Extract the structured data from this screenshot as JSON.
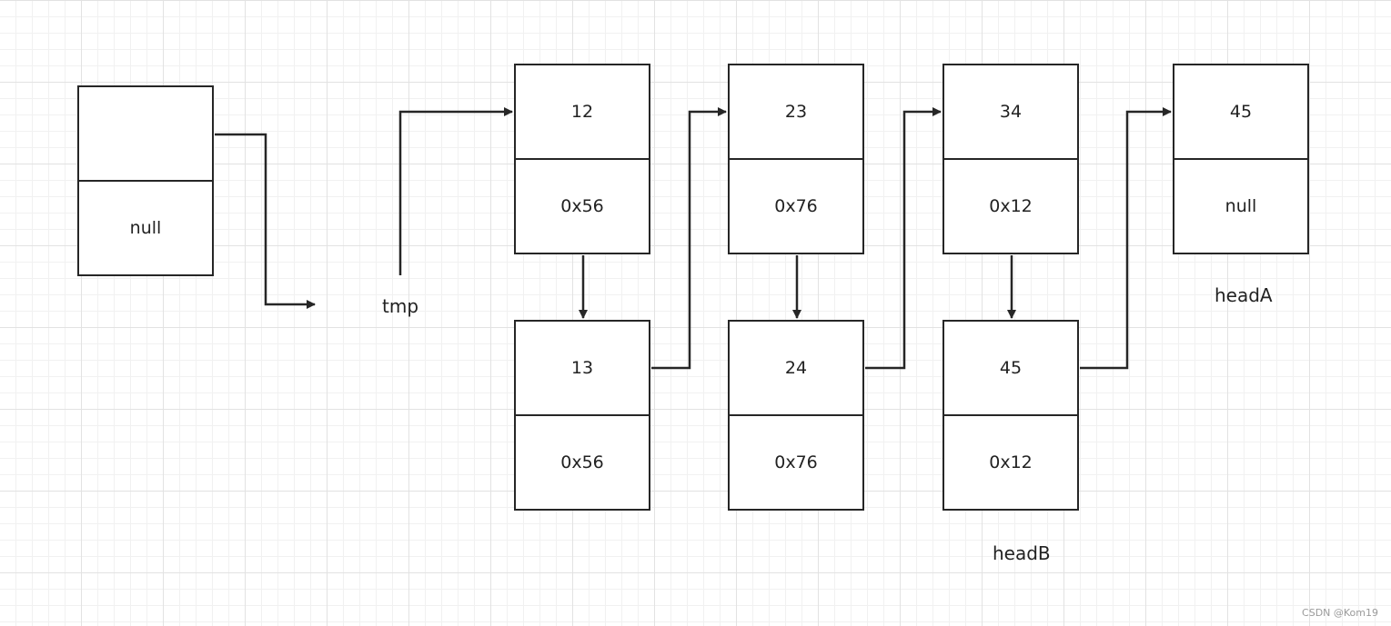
{
  "nodes": {
    "temp": {
      "value": "",
      "next": "null"
    },
    "a1": {
      "value": "12",
      "next": "0x56"
    },
    "a2": {
      "value": "23",
      "next": "0x76"
    },
    "a3": {
      "value": "34",
      "next": "0x12"
    },
    "a4": {
      "value": "45",
      "next": "null"
    },
    "b1": {
      "value": "13",
      "next": "0x56"
    },
    "b2": {
      "value": "24",
      "next": "0x76"
    },
    "b3": {
      "value": "45",
      "next": "0x12"
    }
  },
  "labels": {
    "tmp": "tmp",
    "headA": "headA",
    "headB": "headB"
  },
  "watermark": "CSDN @Kom19",
  "colors": {
    "stroke": "#262626",
    "grid_major": "#e2e2e2",
    "grid_minor": "#f1f1f1"
  }
}
